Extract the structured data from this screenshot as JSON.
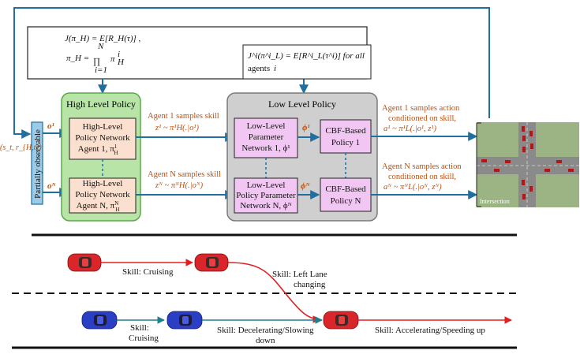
{
  "objective": {
    "line1": "J(π_H) = E[R_H(τ)] ,",
    "line2_lhs": "π_H =",
    "prod_top": "N",
    "prod_sym": "∏",
    "prod_bottom": "i=1",
    "factor": "π",
    "factor_sub": "H",
    "factor_sup": "i"
  },
  "objective_low": {
    "line1": "J^i(π^i_L) = E[R^i_L(τ^i)] for all",
    "line2_prefix": "agents",
    "line2_var": "i"
  },
  "high_level": {
    "title": "High Level Policy",
    "net1_lines": [
      "High-Level",
      "Policy Network",
      "Agent 1, π",
      "1",
      "H"
    ],
    "netN_lines": [
      "High-Level",
      "Policy Network",
      "Agent N, π",
      "N",
      "H"
    ]
  },
  "low_level": {
    "title": "Low Level Policy",
    "param1_lines": [
      "Low-Level",
      "Parameter",
      "Network 1, ϕ¹"
    ],
    "paramN_lines": [
      "Low-Level",
      "Policy Parameter",
      "Network N, ϕᴺ"
    ],
    "cbf1_lines": [
      "CBF-Based",
      "Policy 1"
    ],
    "cbfN_lines": [
      "CBF-Based",
      "Policy N"
    ]
  },
  "observable": {
    "label": "Partially observable",
    "state": "(s_t, r_{H,t})"
  },
  "inputs": {
    "o1": "o¹",
    "oN": "oᴺ"
  },
  "skill_sample": {
    "a1_line1": "Agent 1 samples skill",
    "a1_line2": "z¹ ~ π¹H(.|o¹)",
    "aN_line1": "Agent N samples skill",
    "aN_line2": "zᴺ ~ πᴺH(.|oᴺ)"
  },
  "phi": {
    "phi1": "ϕ¹",
    "phiN": "ϕᴺ"
  },
  "action_sample": {
    "a1_line1": "Agent 1 samples action",
    "a1_line2": "conditioned on skill,",
    "a1_line3": "a¹ ~ π¹L(.|o¹, z¹)",
    "aN_line1": "Agent N samples action",
    "aN_line2": "conditioned on skill,",
    "aN_line3": "aᴺ ~ πᴺL(.|oᴺ, zᴺ)"
  },
  "intersection_label": "Intersection",
  "skills": {
    "cruising_top": "Skill: Cruising",
    "left_lane_1": "Skill: Left Lane",
    "left_lane_2": "changing",
    "cruising_bottom_1": "Skill:",
    "cruising_bottom_2": "Cruising",
    "decel_1": "Skill: Decelerating/Slowing",
    "decel_2": "down",
    "accel": "Skill: Accelerating/Speeding up"
  },
  "colors": {
    "arrow": "#1f6fa0",
    "high_bg": "#b9e4a8",
    "high_border": "#5aa84a",
    "low_bg": "#cfcfcf",
    "low_border": "#7a7a7a",
    "net_bg": "#fbe0cf",
    "param_bg": "#f2c6f2",
    "obs_bg": "#9ccbe8",
    "orange_text": "#c0500f",
    "red_car": "#d8262a",
    "blue_car": "#2b3fc4",
    "red_arrow": "#e02020",
    "grass": "#9cb384",
    "road": "#8a8a8a"
  }
}
